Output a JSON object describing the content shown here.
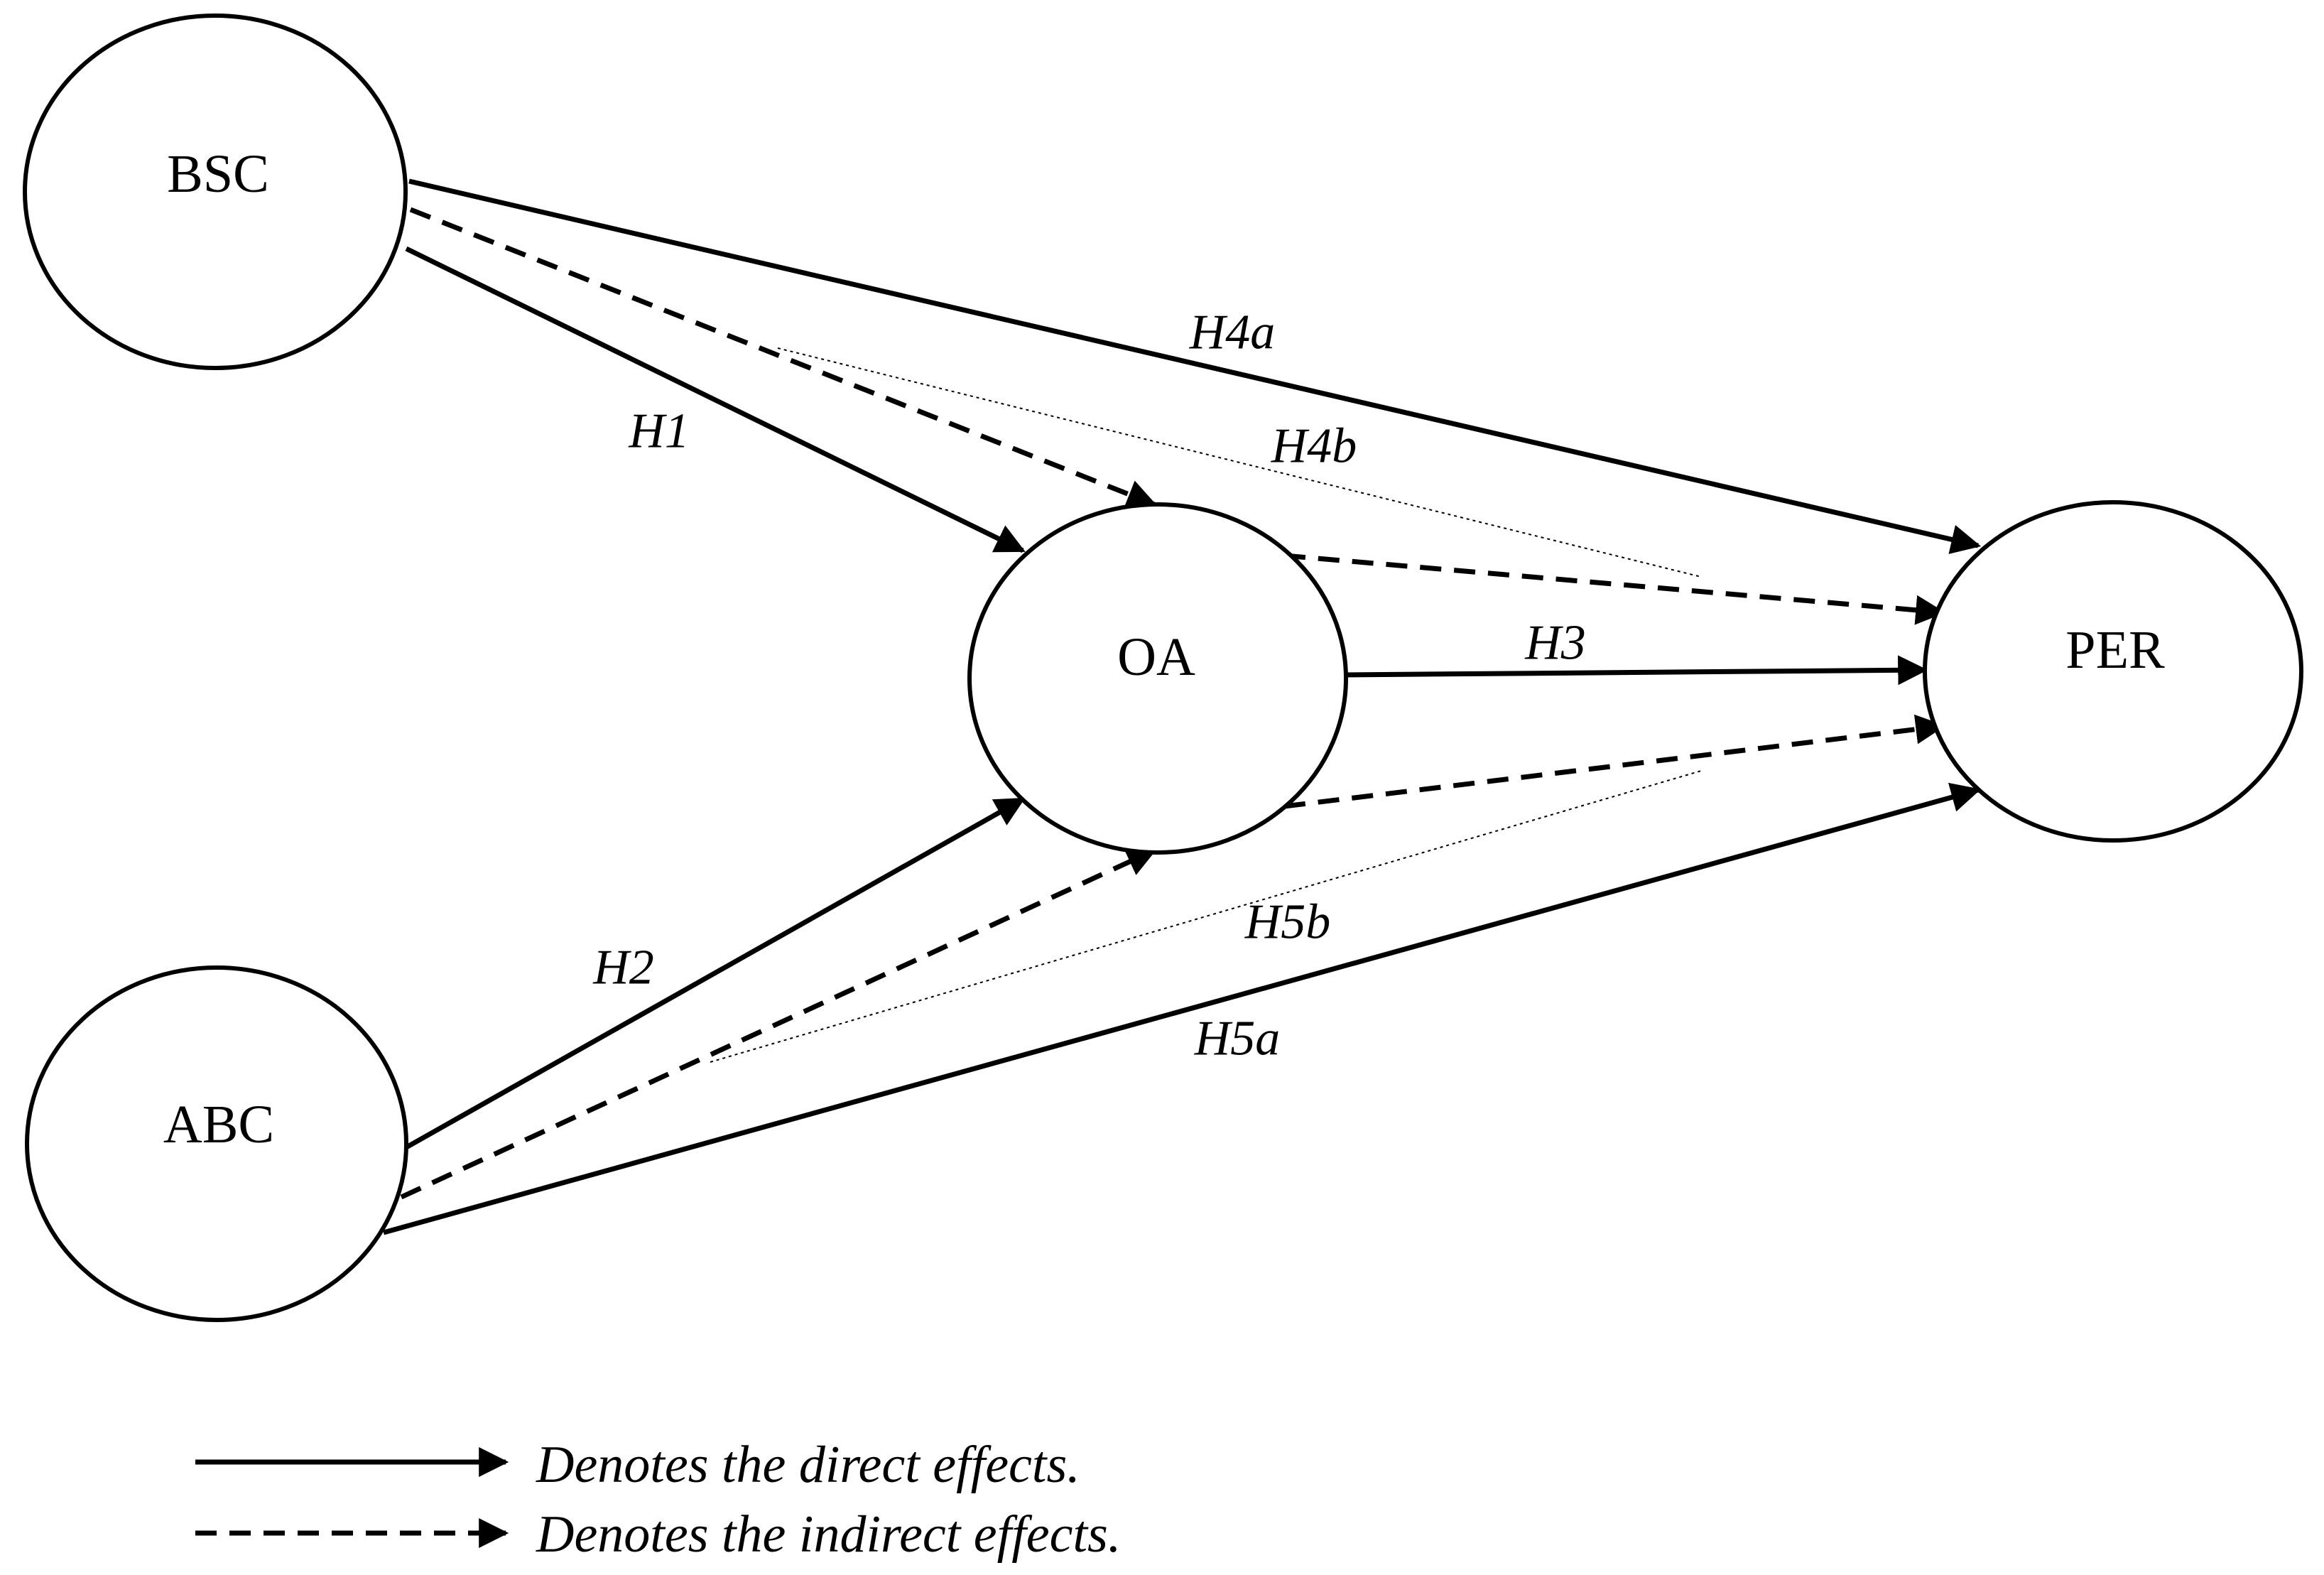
{
  "nodes": {
    "bsc": "BSC",
    "oa": "OA",
    "per": "PER",
    "abc": "ABC"
  },
  "edge_labels": {
    "h1": "H1",
    "h2": "H2",
    "h3": "H3",
    "h4a": "H4a",
    "h4b": "H4b",
    "h5a": "H5a",
    "h5b": "H5b"
  },
  "legend": {
    "direct": "Denotes the direct effects.",
    "indirect": "Denotes the indirect effects."
  }
}
